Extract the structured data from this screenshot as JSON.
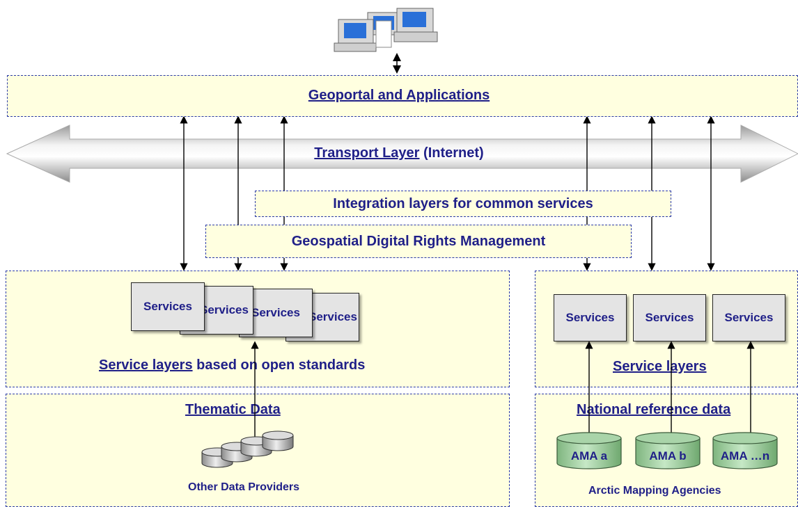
{
  "top": {
    "geoportal_label": "Geoportal and Applications",
    "transport_link": "Transport Layer",
    "transport_suffix": "(Internet)"
  },
  "middle": {
    "integration_label": "Integration layers for common services",
    "drm_label": "Geospatial Digital Rights Management"
  },
  "left_panel": {
    "services": [
      "Services",
      "Services",
      "Services",
      "Services"
    ],
    "service_layers_link": "Service layers",
    "service_layers_rest": "based on open standards",
    "thematic_label": "Thematic Data",
    "providers_label": "Other Data Providers"
  },
  "right_panel": {
    "services": [
      "Services",
      "Services",
      "Services"
    ],
    "service_layers_label": "Service layers",
    "national_label": "National reference data",
    "agencies": [
      "AMA a",
      "AMA b",
      "AMA …n"
    ],
    "agencies_label": "Arctic Mapping Agencies"
  },
  "colors": {
    "box_fill": "#ffffe0",
    "dash_border": "#2a3aa8",
    "text": "#1f1f88",
    "cylinder_fill": "#9fcf9f",
    "services_fill": "#e4e4e4"
  }
}
